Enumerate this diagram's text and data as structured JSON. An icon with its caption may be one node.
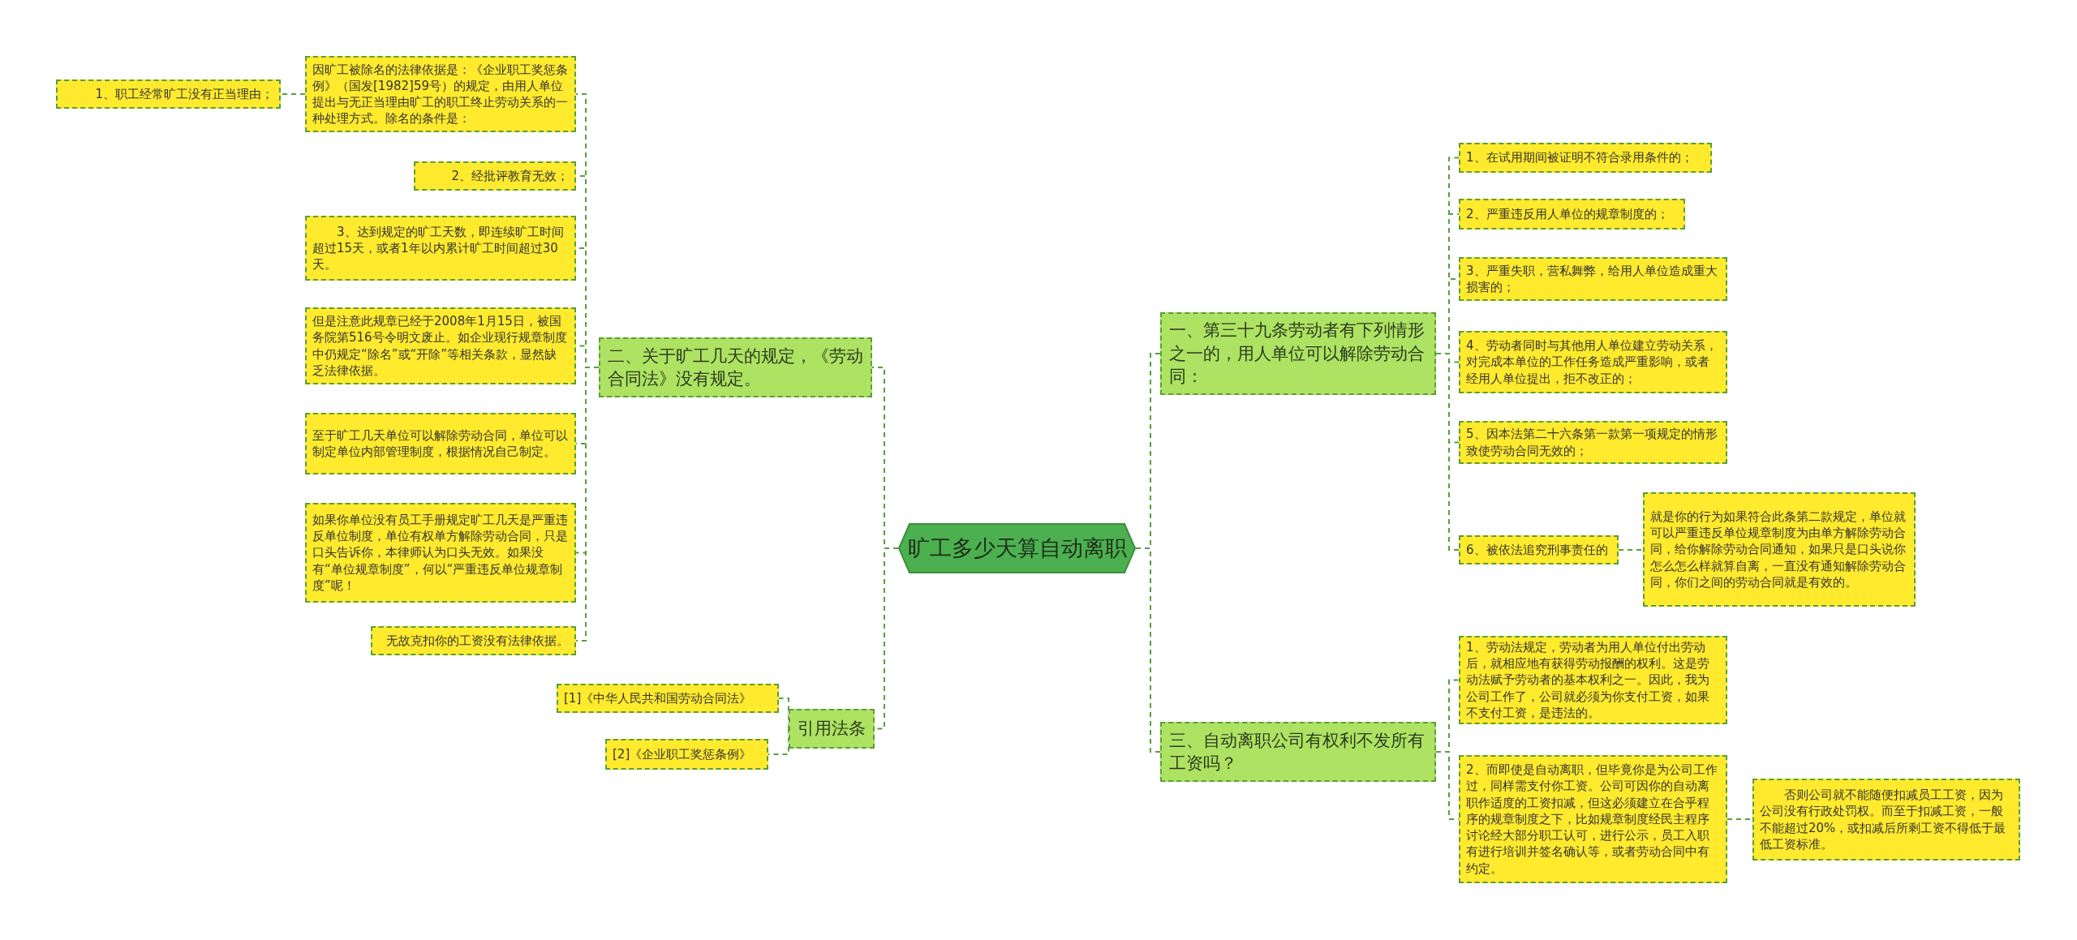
{
  "diagram": {
    "nodes": [
      {
        "text": [
          "旷工多少天算自动离职"
        ]
      },
      {
        "text": [
          "二、关于旷工几天的规定，《劳动合同法》没有规定。"
        ]
      },
      {
        "text": [
          "因旷工被除名的法律依据是：《企业职工奖惩条例》（国发[1982]59号）的规定，由用人单位提出与无正当理由旷工的职工终止劳动关系的一种处理方式。除名的条件是："
        ]
      },
      {
        "text": [
          "1、职工经常旷工没有正当理由；"
        ]
      },
      {
        "text": [
          "2、经批评教育无效；"
        ]
      },
      {
        "text": [
          "3、达到规定的旷工天数，即连续旷工时间超过15天，或者1年以内累计旷工时间超过30天。"
        ]
      },
      {
        "text": [
          "但是注意此规章已经于2008年1月15日，被国务院第516号令明文废止。如企业现行规章制度中仍规定“除名”或“开除”等相关条款，显然缺乏法律依据。"
        ]
      },
      {
        "text": [
          "至于旷工几天单位可以解除劳动合同，单位可以制定单位内部管理制度，根据情况自己制定。"
        ]
      },
      {
        "text": [
          "如果你单位没有员工手册规定旷工几天是严重违反单位制度，单位有权单方解除劳动合同，只是口头告诉你，本律师认为口头无效。如果没有“单位规章制度”，何以“严重违反单位规章制度”呢！"
        ]
      },
      {
        "text": [
          "无故克扣你的工资没有法律依据。"
        ]
      },
      {
        "text": [
          "引用法条"
        ]
      },
      {
        "text": [
          "[1]《中华人民共和国劳动合同法》"
        ]
      },
      {
        "text": [
          "[2]《企业职工奖惩条例》"
        ]
      },
      {
        "text": [
          "一、第三十九条劳动者有下列情形之一的，用人单位可以解除劳动合同："
        ]
      },
      {
        "text": [
          "1、在试用期间被证明不符合录用条件的；"
        ]
      },
      {
        "text": [
          "2、严重违反用人单位的规章制度的；"
        ]
      },
      {
        "text": [
          "3、严重失职，营私舞弊，给用人单位造成重大损害的；"
        ]
      },
      {
        "text": [
          "4、劳动者同时与其他用人单位建立劳动关系，对完成本单位的工作任务造成严重影响，或者经用人单位提出，拒不改正的；"
        ]
      },
      {
        "text": [
          "5、因本法第二十六条第一款第一项规定的情形致使劳动合同无效的；"
        ]
      },
      {
        "text": [
          "6、被依法追究刑事责任的"
        ]
      },
      {
        "text": [
          "就是你的行为如果符合此条第二款规定，单位就可以严重违反单位规章制度为由单方解除劳动合同，给你解除劳动合同通知，如果只是口头说你怎么怎么样就算自离，一直没有通知解除劳动合同，你们之间的劳动合同就是有效的。"
        ]
      },
      {
        "text": [
          "三、自动离职公司有权利不发所有工资吗？"
        ]
      },
      {
        "text": [
          "1、劳动法规定，劳动者为用人单位付出劳动后，就相应地有获得劳动报酬的权利。这是劳动法赋予劳动者的基本权利之一。因此，我为公司工作了，公司就必须为你支付工资，如果不支付工资，是违法的。"
        ]
      },
      {
        "text": [
          "2、而即使是自动离职，但毕竟你是为公司工作过，同样需支付你工资。公司可因你的自动离职作适度的工资扣减，但这必须建立在合乎程序的规章制度之下，比如规章制度经民主程序讨论经大部分职工认可，进行公示，员工入职有进行培训并签名确认等，或者劳动合同中有约定。"
        ]
      },
      {
        "text": [
          "否则公司就不能随便扣减员工工资，因为公司没有行政处罚权。而至于扣减工资，一般不能超过20%，或扣减后所剩工资不得低于最低工资标准。"
        ]
      }
    ],
    "edges": [
      {
        "from": 0,
        "to": 1,
        "arrow": "none",
        "style": "dashed"
      },
      {
        "from": 1,
        "to": 2,
        "arrow": "none",
        "style": "dashed"
      },
      {
        "from": 2,
        "to": 3,
        "arrow": "none",
        "style": "dashed"
      },
      {
        "from": 1,
        "to": 4,
        "arrow": "none",
        "style": "dashed"
      },
      {
        "from": 1,
        "to": 5,
        "arrow": "none",
        "style": "dashed"
      },
      {
        "from": 1,
        "to": 6,
        "arrow": "none",
        "style": "dashed"
      },
      {
        "from": 1,
        "to": 7,
        "arrow": "none",
        "style": "dashed"
      },
      {
        "from": 1,
        "to": 8,
        "arrow": "none",
        "style": "dashed"
      },
      {
        "from": 1,
        "to": 9,
        "arrow": "none",
        "style": "dashed"
      },
      {
        "from": 0,
        "to": 10,
        "arrow": "none",
        "style": "dashed"
      },
      {
        "from": 10,
        "to": 11,
        "arrow": "none",
        "style": "dashed"
      },
      {
        "from": 10,
        "to": 12,
        "arrow": "none",
        "style": "dashed"
      },
      {
        "from": 0,
        "to": 13,
        "arrow": "none",
        "style": "dashed"
      },
      {
        "from": 13,
        "to": 14,
        "arrow": "none",
        "style": "dashed"
      },
      {
        "from": 13,
        "to": 15,
        "arrow": "none",
        "style": "dashed"
      },
      {
        "from": 13,
        "to": 16,
        "arrow": "none",
        "style": "dashed"
      },
      {
        "from": 13,
        "to": 17,
        "arrow": "none",
        "style": "dashed"
      },
      {
        "from": 13,
        "to": 18,
        "arrow": "none",
        "style": "dashed"
      },
      {
        "from": 13,
        "to": 19,
        "arrow": "none",
        "style": "dashed"
      },
      {
        "from": 19,
        "to": 20,
        "arrow": "none",
        "style": "dashed"
      },
      {
        "from": 0,
        "to": 21,
        "arrow": "none",
        "style": "dashed"
      },
      {
        "from": 21,
        "to": 22,
        "arrow": "none",
        "style": "dashed"
      },
      {
        "from": 21,
        "to": 23,
        "arrow": "none",
        "style": "dashed"
      },
      {
        "from": 23,
        "to": 24,
        "arrow": "none",
        "style": "dashed"
      }
    ]
  }
}
